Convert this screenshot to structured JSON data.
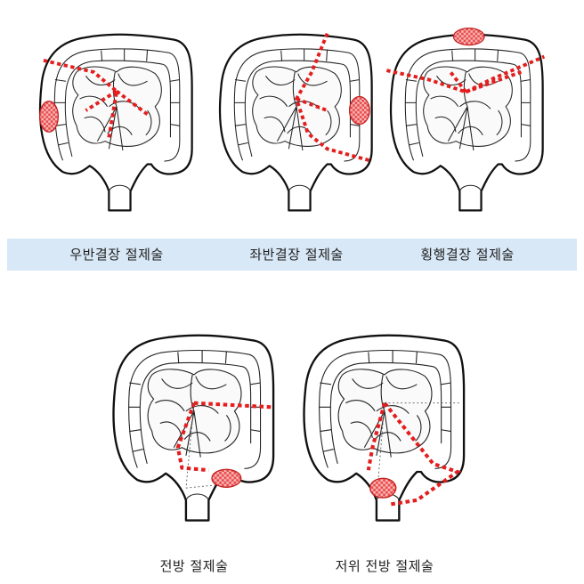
{
  "colors": {
    "cut_line": "#e41e1e",
    "tumor": "#e84a4a",
    "caption_band": "#d8e8f7"
  },
  "panels": [
    {
      "id": "right-hemicolectomy",
      "label": "우반결장 절제술"
    },
    {
      "id": "left-hemicolectomy",
      "label": "좌반결장 절제술"
    },
    {
      "id": "transverse-colectomy",
      "label": "횡행결장 절제술"
    },
    {
      "id": "anterior-resection",
      "label": "전방 절제술"
    },
    {
      "id": "low-anterior-resection",
      "label": "저위 전방 절제술"
    }
  ]
}
